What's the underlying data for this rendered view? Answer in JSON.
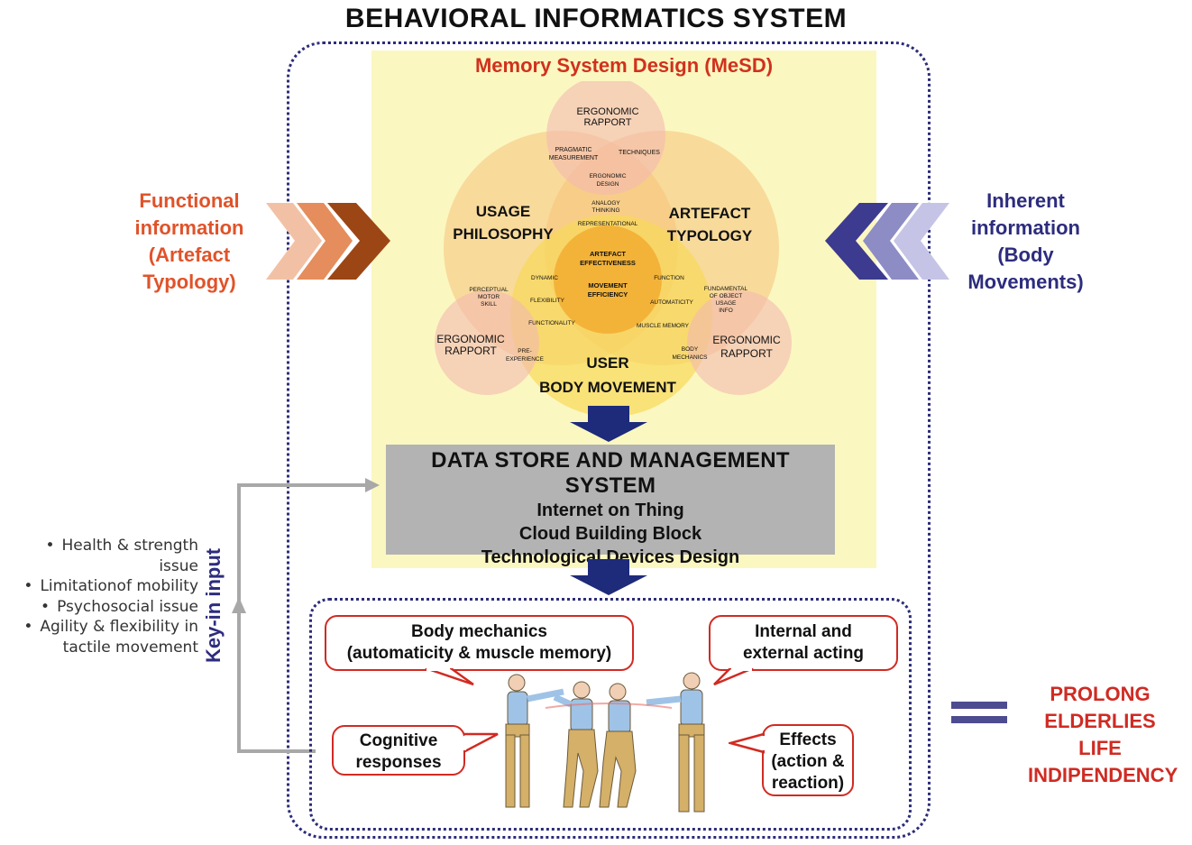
{
  "title": "BEHAVIORAL INFORMATICS SYSTEM",
  "mesd": {
    "title": "Memory System Design (MeSD)",
    "top_circle": [
      "ERGONOMIC",
      "RAPPORT"
    ],
    "pragmatic": [
      "PRAGMATIC",
      "MEASUREMENT"
    ],
    "techniques": "TECHNIQUES",
    "ergonomic_design": [
      "ERGONOMIC",
      "DESIGN"
    ],
    "analogy": [
      "ANALOGY",
      "THINKING"
    ],
    "representational": "REPRESENTATIONAL",
    "usage_philosophy": [
      "USAGE",
      "PHILOSOPHY"
    ],
    "artefact_typology": [
      "ARTEFACT",
      "TYPOLOGY"
    ],
    "artefact_effectiveness": [
      "ARTEFACT",
      "EFFECTIVENESS"
    ],
    "movement_efficiency": [
      "MOVEMENT",
      "EFFICIENCY"
    ],
    "dynamic": "DYNAMIC",
    "flexibility": "FLEXIBILITY",
    "functionality": "FUNCTIONALITY",
    "function": "FUNCTION",
    "automaticity": "AUTOMATICITY",
    "muscle_memory": "MUSCLE MEMORY",
    "perceptual": [
      "PERCEPTUAL",
      "MOTOR",
      "SKILL"
    ],
    "fundamental": [
      "FUNDAMENTAL",
      "OF OBJECT",
      "USAGE",
      "INFO"
    ],
    "left_rapport": [
      "ERGONOMIC",
      "RAPPORT"
    ],
    "right_rapport": [
      "ERGONOMIC",
      "RAPPORT"
    ],
    "pre_experience": [
      "PRE-",
      "EXPERIENCE"
    ],
    "body_mechanics_small": [
      "BODY",
      "MECHANICS"
    ],
    "user_body_movement": [
      "USER",
      "BODY MOVEMENT"
    ]
  },
  "functional_info": [
    "Functional",
    "information",
    "(Artefact",
    "Typology)"
  ],
  "inherent_info": [
    "Inherent",
    "information",
    "(Body",
    "Movements)"
  ],
  "data_store": {
    "title": "DATA STORE AND MANAGEMENT SYSTEM",
    "lines": [
      "Internet on Thing",
      "Cloud Building Block",
      "Technological Devices Design"
    ]
  },
  "key_in_label": "Key-in input",
  "bullets": [
    [
      "Health & strength",
      "issue"
    ],
    [
      "Limitationof mobility"
    ],
    [
      "Psychosocial issue"
    ],
    [
      "Agility & flexibility in",
      "tactile movement"
    ]
  ],
  "callouts": {
    "body_mechanics": [
      "Body mechanics",
      "(automaticity & muscle memory)"
    ],
    "internal_external": [
      "Internal and",
      "external acting"
    ],
    "cognitive": [
      "Cognitive",
      "responses"
    ],
    "effects": [
      "Effects",
      "(action &",
      "reaction)"
    ]
  },
  "prolong": [
    "PROLONG",
    "ELDERLIES LIFE",
    "INDIPENDENCY"
  ],
  "colors": {
    "red": "#d0311d",
    "navy": "#2d2c7e",
    "yellow_panel": "#fbf7c0",
    "gray_box": "#b3b3b3",
    "orange_circle": "#f6c27a",
    "pink_circle": "#f4b9b0",
    "yellow_circle": "#f8d95a"
  }
}
